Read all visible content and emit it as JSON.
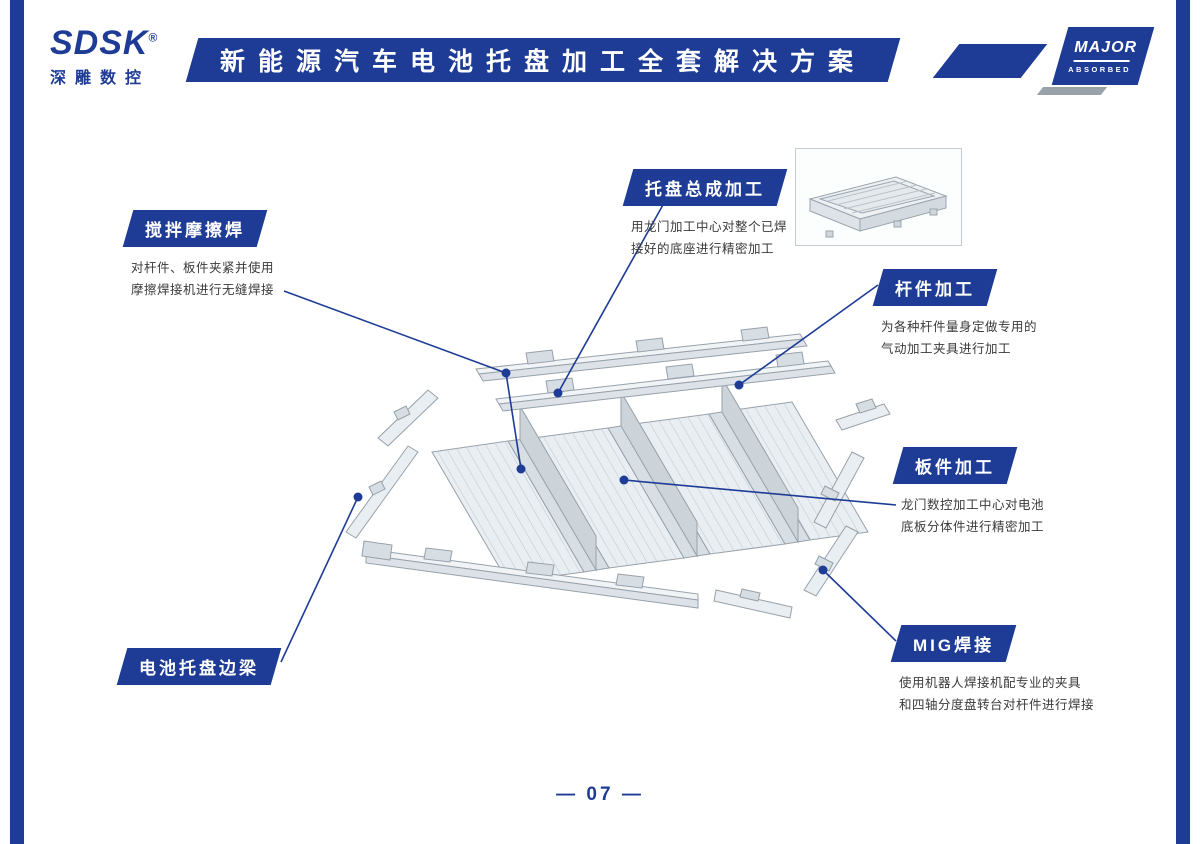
{
  "page": {
    "accent_color": "#1e3c96",
    "footer_text": "— 07 —"
  },
  "logo": {
    "name": "SDSK",
    "reg": "®",
    "subtitle": "深雕数控"
  },
  "header": {
    "title": "新能源汽车电池托盘加工全套解决方案"
  },
  "badge": {
    "line1": "MAJOR",
    "line2": "ABSORBED"
  },
  "callouts": [
    {
      "id": "friction-stir-welding",
      "title": "搅拌摩擦焊",
      "desc_line1": "对杆件、板件夹紧并使用",
      "desc_line2": "摩擦焊接机进行无缝焊接"
    },
    {
      "id": "tray-assembly-machining",
      "title": "托盘总成加工",
      "desc_line1": "用龙门加工中心对整个已焊",
      "desc_line2": "接好的底座进行精密加工"
    },
    {
      "id": "rod-machining",
      "title": "杆件加工",
      "desc_line1": "为各种杆件量身定做专用的",
      "desc_line2": "气动加工夹具进行加工"
    },
    {
      "id": "plate-machining",
      "title": "板件加工",
      "desc_line1": "龙门数控加工中心对电池",
      "desc_line2": "底板分体件进行精密加工"
    },
    {
      "id": "mig-welding",
      "title": "MIG焊接",
      "desc_line1": "使用机器人焊接机配专业的夹具",
      "desc_line2": "和四轴分度盘转台对杆件进行焊接"
    },
    {
      "id": "battery-tray-side-beam",
      "title": "电池托盘边梁"
    }
  ]
}
